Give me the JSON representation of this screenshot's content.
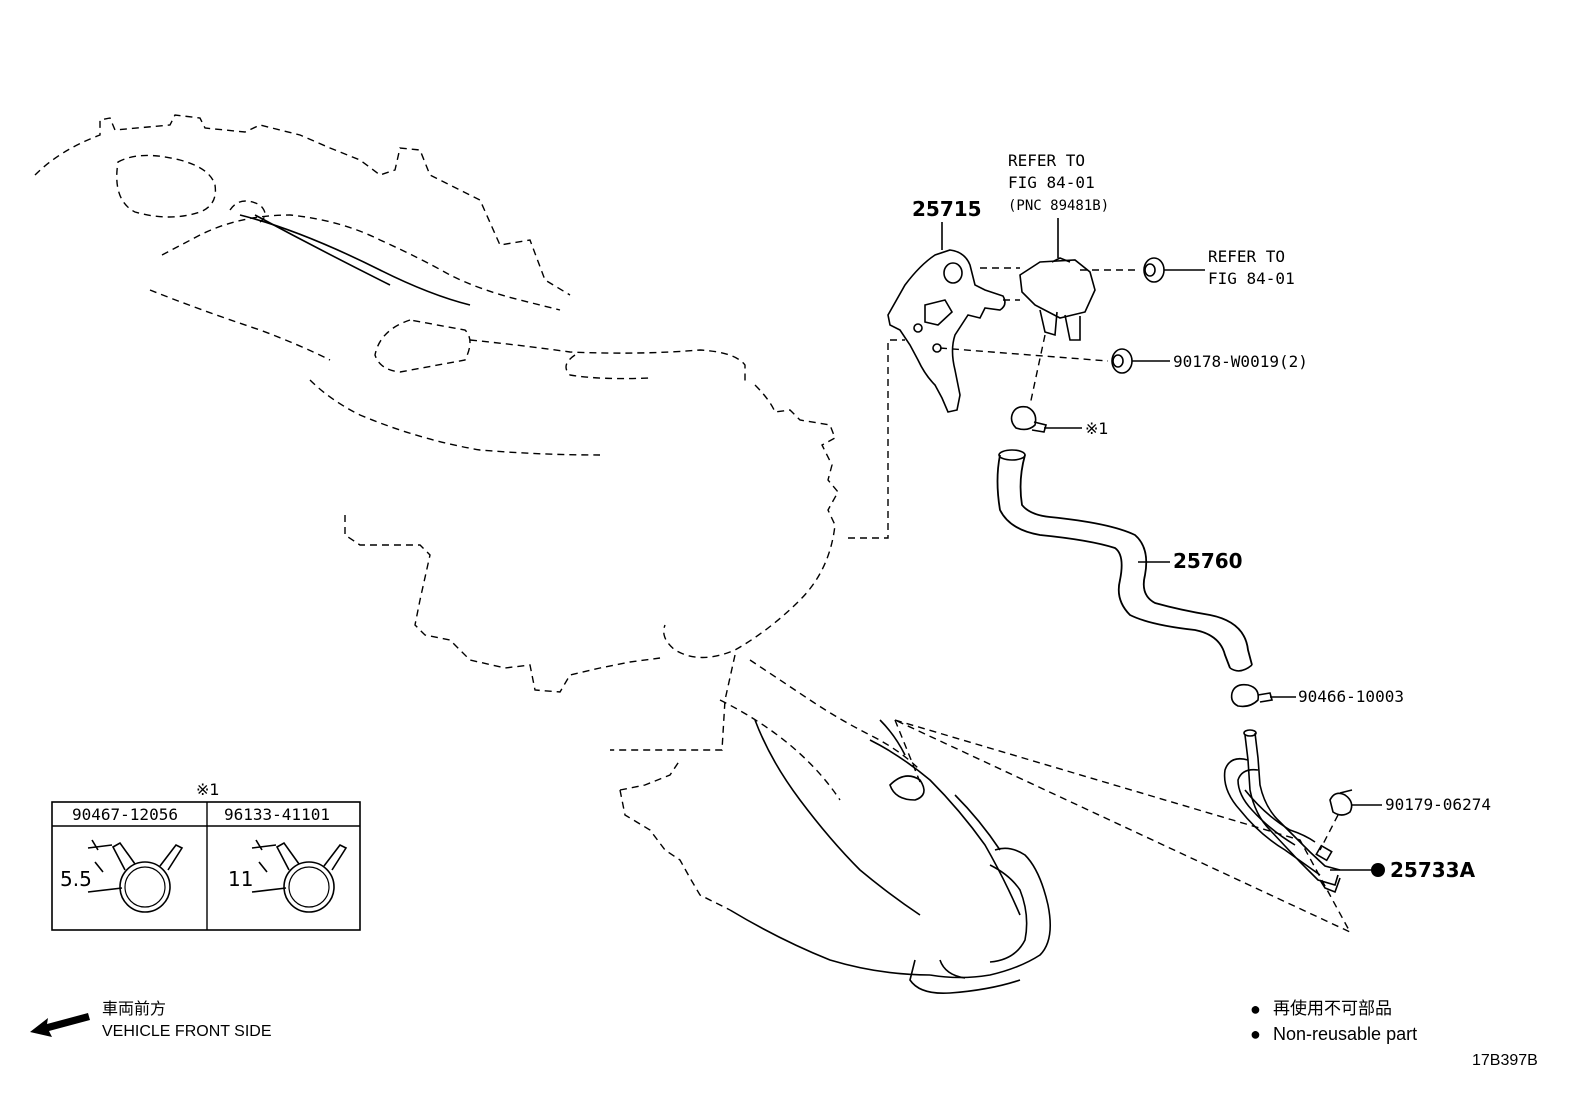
{
  "refer_fig_1": [
    "REFER TO",
    "FIG 84-01",
    "(PNC 89481B)"
  ],
  "refer_fig_2": [
    "REFER TO",
    "FIG 84-01"
  ],
  "parts": {
    "bracket": "25715",
    "nut": "90178-W0019(2)",
    "clamp_ref": "※1",
    "hose": "25760",
    "hose_clamp": "90466-10003",
    "clip": "90179-06274",
    "pipe": "25733A"
  },
  "inset": {
    "mark": "※1",
    "col1": {
      "part": "90467-12056",
      "dim": "5.5"
    },
    "col2": {
      "part": "96133-41101",
      "dim": "11"
    }
  },
  "front_jp": "車両前方",
  "front_en": "VEHICLE FRONT SIDE",
  "legend": {
    "bullet": "●",
    "jp": "再使用不可部品",
    "en": "Non-reusable part"
  },
  "diagram_id": "17B397B"
}
